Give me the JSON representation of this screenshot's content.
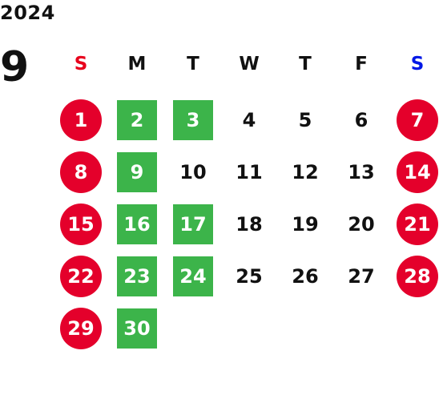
{
  "year": "2024",
  "month": "9",
  "weekdays": [
    {
      "label": "S",
      "color": "#e8001c"
    },
    {
      "label": "M",
      "color": "#111111"
    },
    {
      "label": "T",
      "color": "#111111"
    },
    {
      "label": "W",
      "color": "#111111"
    },
    {
      "label": "T",
      "color": "#111111"
    },
    {
      "label": "F",
      "color": "#111111"
    },
    {
      "label": "S",
      "color": "#0018e6"
    }
  ],
  "colors": {
    "holiday": "#e4002b",
    "closed": "#3cb44a"
  },
  "weeks": [
    [
      {
        "d": "1",
        "t": "holiday"
      },
      {
        "d": "2",
        "t": "closed"
      },
      {
        "d": "3",
        "t": "closed"
      },
      {
        "d": "4",
        "t": "normal"
      },
      {
        "d": "5",
        "t": "normal"
      },
      {
        "d": "6",
        "t": "normal"
      },
      {
        "d": "7",
        "t": "holiday"
      }
    ],
    [
      {
        "d": "8",
        "t": "holiday"
      },
      {
        "d": "9",
        "t": "closed"
      },
      {
        "d": "10",
        "t": "normal"
      },
      {
        "d": "11",
        "t": "normal"
      },
      {
        "d": "12",
        "t": "normal"
      },
      {
        "d": "13",
        "t": "normal"
      },
      {
        "d": "14",
        "t": "holiday"
      }
    ],
    [
      {
        "d": "15",
        "t": "holiday"
      },
      {
        "d": "16",
        "t": "closed"
      },
      {
        "d": "17",
        "t": "closed"
      },
      {
        "d": "18",
        "t": "normal"
      },
      {
        "d": "19",
        "t": "normal"
      },
      {
        "d": "20",
        "t": "normal"
      },
      {
        "d": "21",
        "t": "holiday"
      }
    ],
    [
      {
        "d": "22",
        "t": "holiday"
      },
      {
        "d": "23",
        "t": "closed"
      },
      {
        "d": "24",
        "t": "closed"
      },
      {
        "d": "25",
        "t": "normal"
      },
      {
        "d": "26",
        "t": "normal"
      },
      {
        "d": "27",
        "t": "normal"
      },
      {
        "d": "28",
        "t": "holiday"
      }
    ],
    [
      {
        "d": "29",
        "t": "holiday"
      },
      {
        "d": "30",
        "t": "closed"
      }
    ]
  ]
}
